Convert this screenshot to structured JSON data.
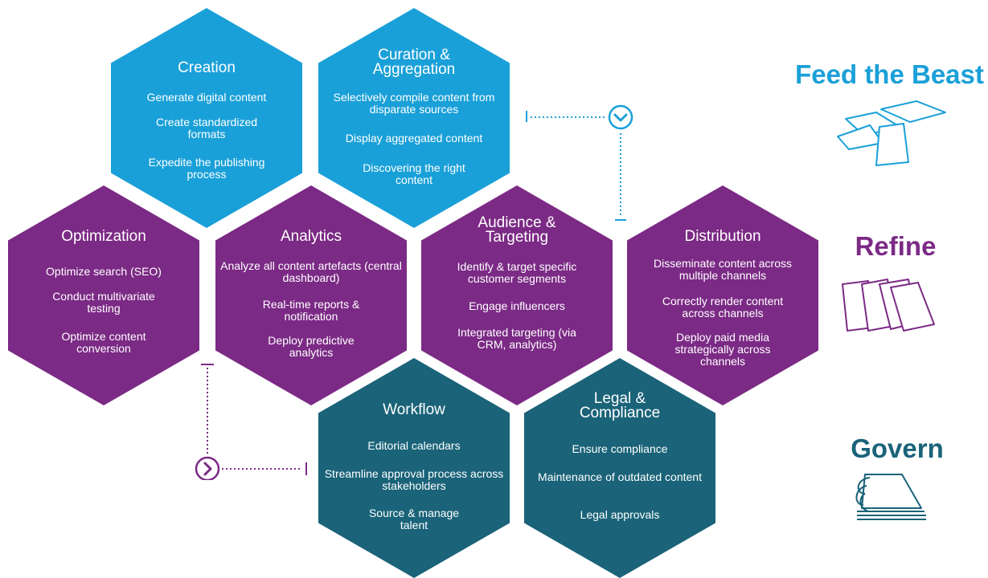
{
  "colors": {
    "blue": "#1aa0d8",
    "purple": "#7b2a85",
    "teal": "#1a6379"
  },
  "hexagons": {
    "creation": {
      "title": "Creation",
      "items": [
        "Generate digital content",
        "Create standardized formats",
        "Expedite the publishing process"
      ]
    },
    "curation": {
      "title": "Curation & Aggregation",
      "items": [
        "Selectively compile content from disparate sources",
        "Display aggregated content",
        "Discovering the right content"
      ]
    },
    "optimization": {
      "title": "Optimization",
      "items": [
        "Optimize search (SEO)",
        "Conduct multivariate testing",
        "Optimize content conversion"
      ]
    },
    "analytics": {
      "title": "Analytics",
      "items": [
        "Analyze all content artefacts (central dashboard)",
        "Real-time reports & notification",
        "Deploy predictive analytics"
      ]
    },
    "audience": {
      "title": "Audience & Targeting",
      "items": [
        "Identify & target specific customer segments",
        "Engage influencers",
        "Integrated targeting (via CRM, analytics)"
      ]
    },
    "distribution": {
      "title": "Distribution",
      "items": [
        "Disseminate content across multiple channels",
        "Correctly render content across channels",
        "Deploy paid media strategically across channels"
      ]
    },
    "workflow": {
      "title": "Workflow",
      "items": [
        "Editorial calendars",
        "Streamline approval process across stakeholders",
        "Source & manage talent"
      ]
    },
    "legal": {
      "title": "Legal & Compliance",
      "items": [
        "Ensure compliance",
        "Maintenance of outdated content",
        "Legal approvals"
      ]
    }
  },
  "side_labels": {
    "feed": {
      "text": "Feed the Beast",
      "color": "#1aa0d8",
      "icon": "papers-icon"
    },
    "refine": {
      "text": "Refine",
      "color": "#7b2a85",
      "icon": "pages-icon"
    },
    "govern": {
      "text": "Govern",
      "color": "#1a6379",
      "icon": "binder-icon"
    }
  },
  "connectors": {
    "down": {
      "icon": "chevron-down-icon",
      "color": "#1aa0d8"
    },
    "right": {
      "icon": "chevron-right-icon",
      "color": "#7b2a85"
    }
  }
}
